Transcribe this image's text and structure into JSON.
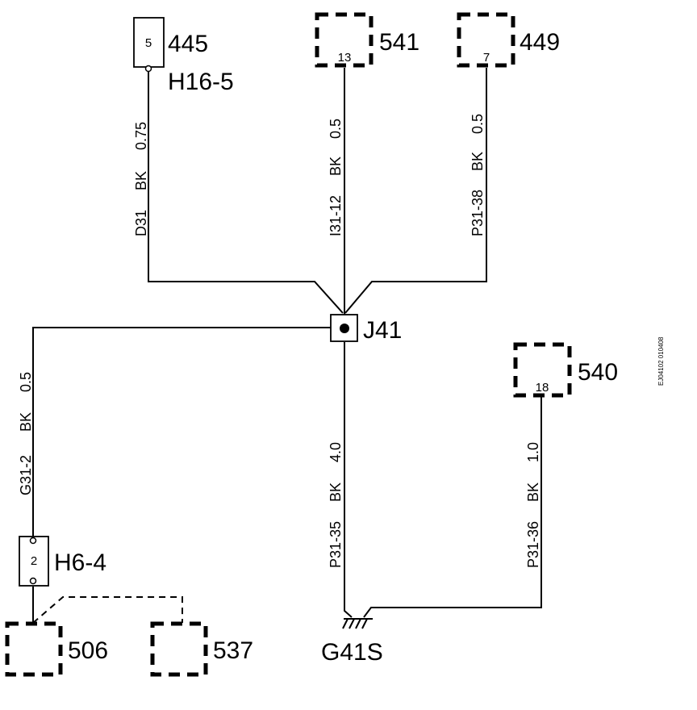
{
  "components": {
    "c445": {
      "id": "445",
      "connector": "H16-5",
      "pin": "5"
    },
    "c541": {
      "id": "541",
      "pin": "13"
    },
    "c449": {
      "id": "449",
      "pin": "7"
    },
    "c540": {
      "id": "540",
      "pin": "18"
    },
    "h64": {
      "connector": "H6-4",
      "pin": "2"
    },
    "c506": {
      "id": "506"
    },
    "c537": {
      "id": "537"
    }
  },
  "splice": {
    "label": "J41"
  },
  "ground": {
    "label": "G41S"
  },
  "wires": {
    "w445": {
      "circuit": "D31",
      "color": "BK",
      "gauge": "0.75"
    },
    "w541": {
      "circuit": "I31-12",
      "color": "BK",
      "gauge": "0.5"
    },
    "w449": {
      "circuit": "P31-38",
      "color": "BK",
      "gauge": "0.5"
    },
    "wH64": {
      "circuit": "G31-2",
      "color": "BK",
      "gauge": "0.5"
    },
    "wG41S": {
      "circuit": "P31-35",
      "color": "BK",
      "gauge": "4.0"
    },
    "w540": {
      "circuit": "P31-36",
      "color": "BK",
      "gauge": "1.0"
    }
  },
  "figure_code": "EJ04102 010408"
}
